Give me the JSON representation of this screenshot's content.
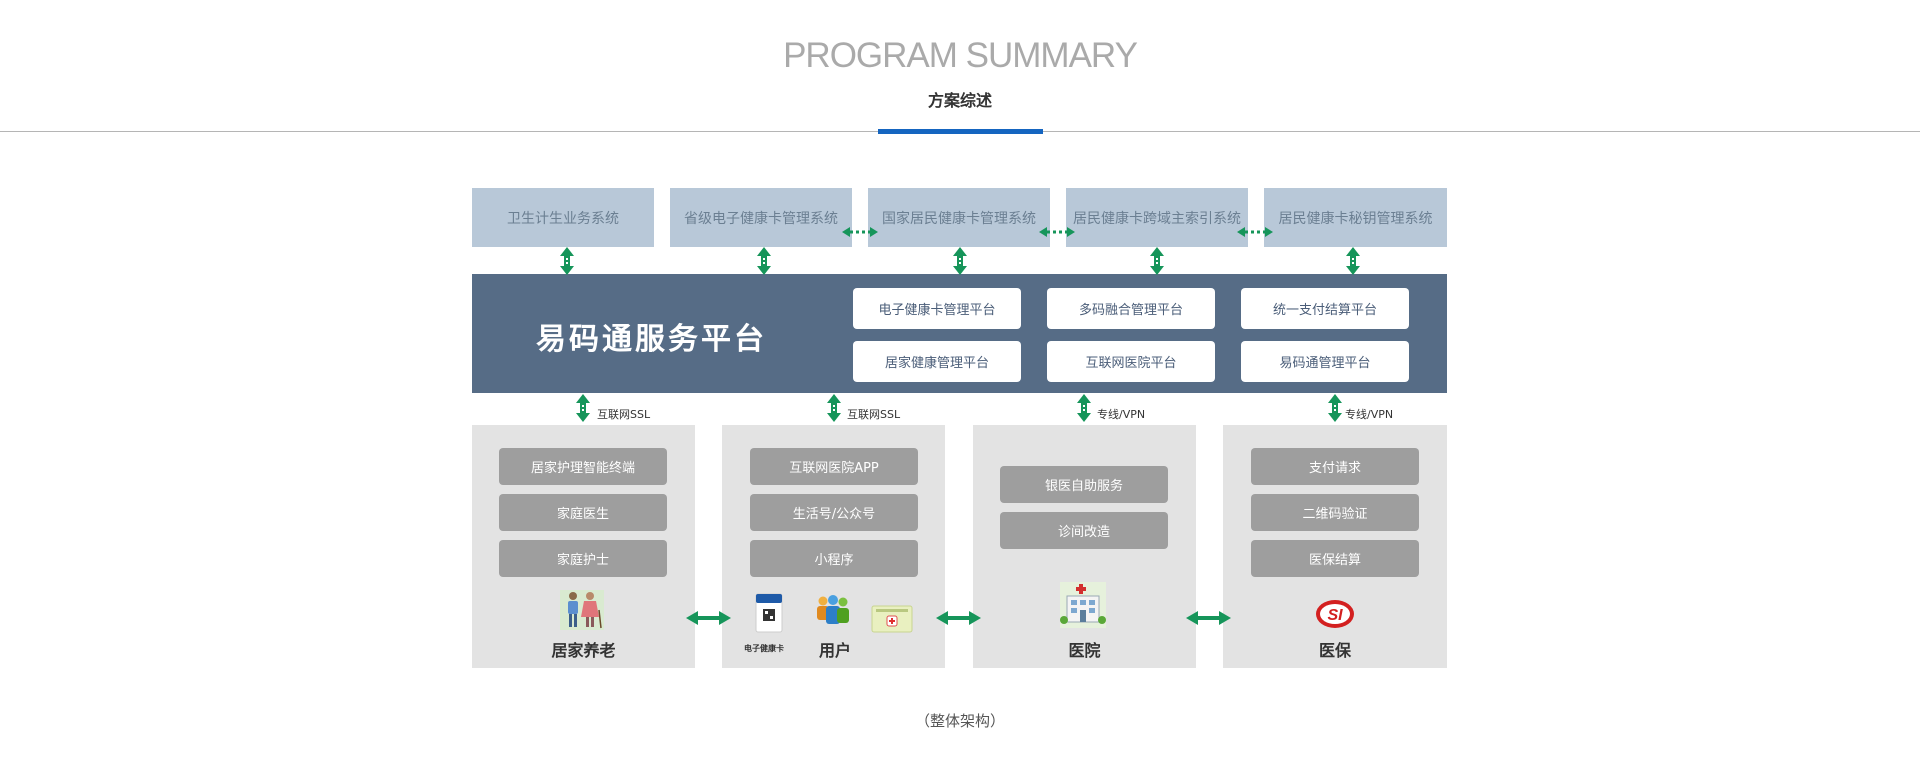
{
  "header": {
    "title_en": "PROGRAM SUMMARY",
    "title_zh": "方案综述"
  },
  "top_systems": [
    "卫生计生业务系统",
    "省级电子健康卡管理系统",
    "国家居民健康卡管理系统",
    "居民健康卡跨域主索引系统",
    "居民健康卡秘钥管理系统"
  ],
  "platform": {
    "title": "易码通服务平台",
    "modules": [
      "电子健康卡管理平台",
      "多码融合管理平台",
      "统一支付结算平台",
      "居家健康管理平台",
      "互联网医院平台",
      "易码通管理平台"
    ]
  },
  "connections": [
    "互联网SSL",
    "互联网SSL",
    "专线/VPN",
    "专线/VPN"
  ],
  "panels": [
    {
      "title": "居家养老",
      "items": [
        "居家护理智能终端",
        "家庭医生",
        "家庭护士"
      ],
      "icon": "elderly-couple-icon"
    },
    {
      "title": "用户",
      "items": [
        "互联网医院APP",
        "生活号/公众号",
        "小程序"
      ],
      "icon": "users-icon",
      "card_label": "电子健康卡"
    },
    {
      "title": "医院",
      "items": [
        "银医自助服务",
        "诊间改造"
      ],
      "icon": "hospital-icon"
    },
    {
      "title": "医保",
      "items": [
        "支付请求",
        "二维码验证",
        "医保结算"
      ],
      "icon": "social-insurance-logo",
      "logo_text": "SI"
    }
  ],
  "caption": "（整体架构）",
  "colors": {
    "accent": "#1565c0",
    "platform": "#566c86",
    "top_box": "#b8c8d8",
    "panel": "#e3e3e3",
    "button": "#9e9e9e",
    "arrow": "#16955a"
  }
}
